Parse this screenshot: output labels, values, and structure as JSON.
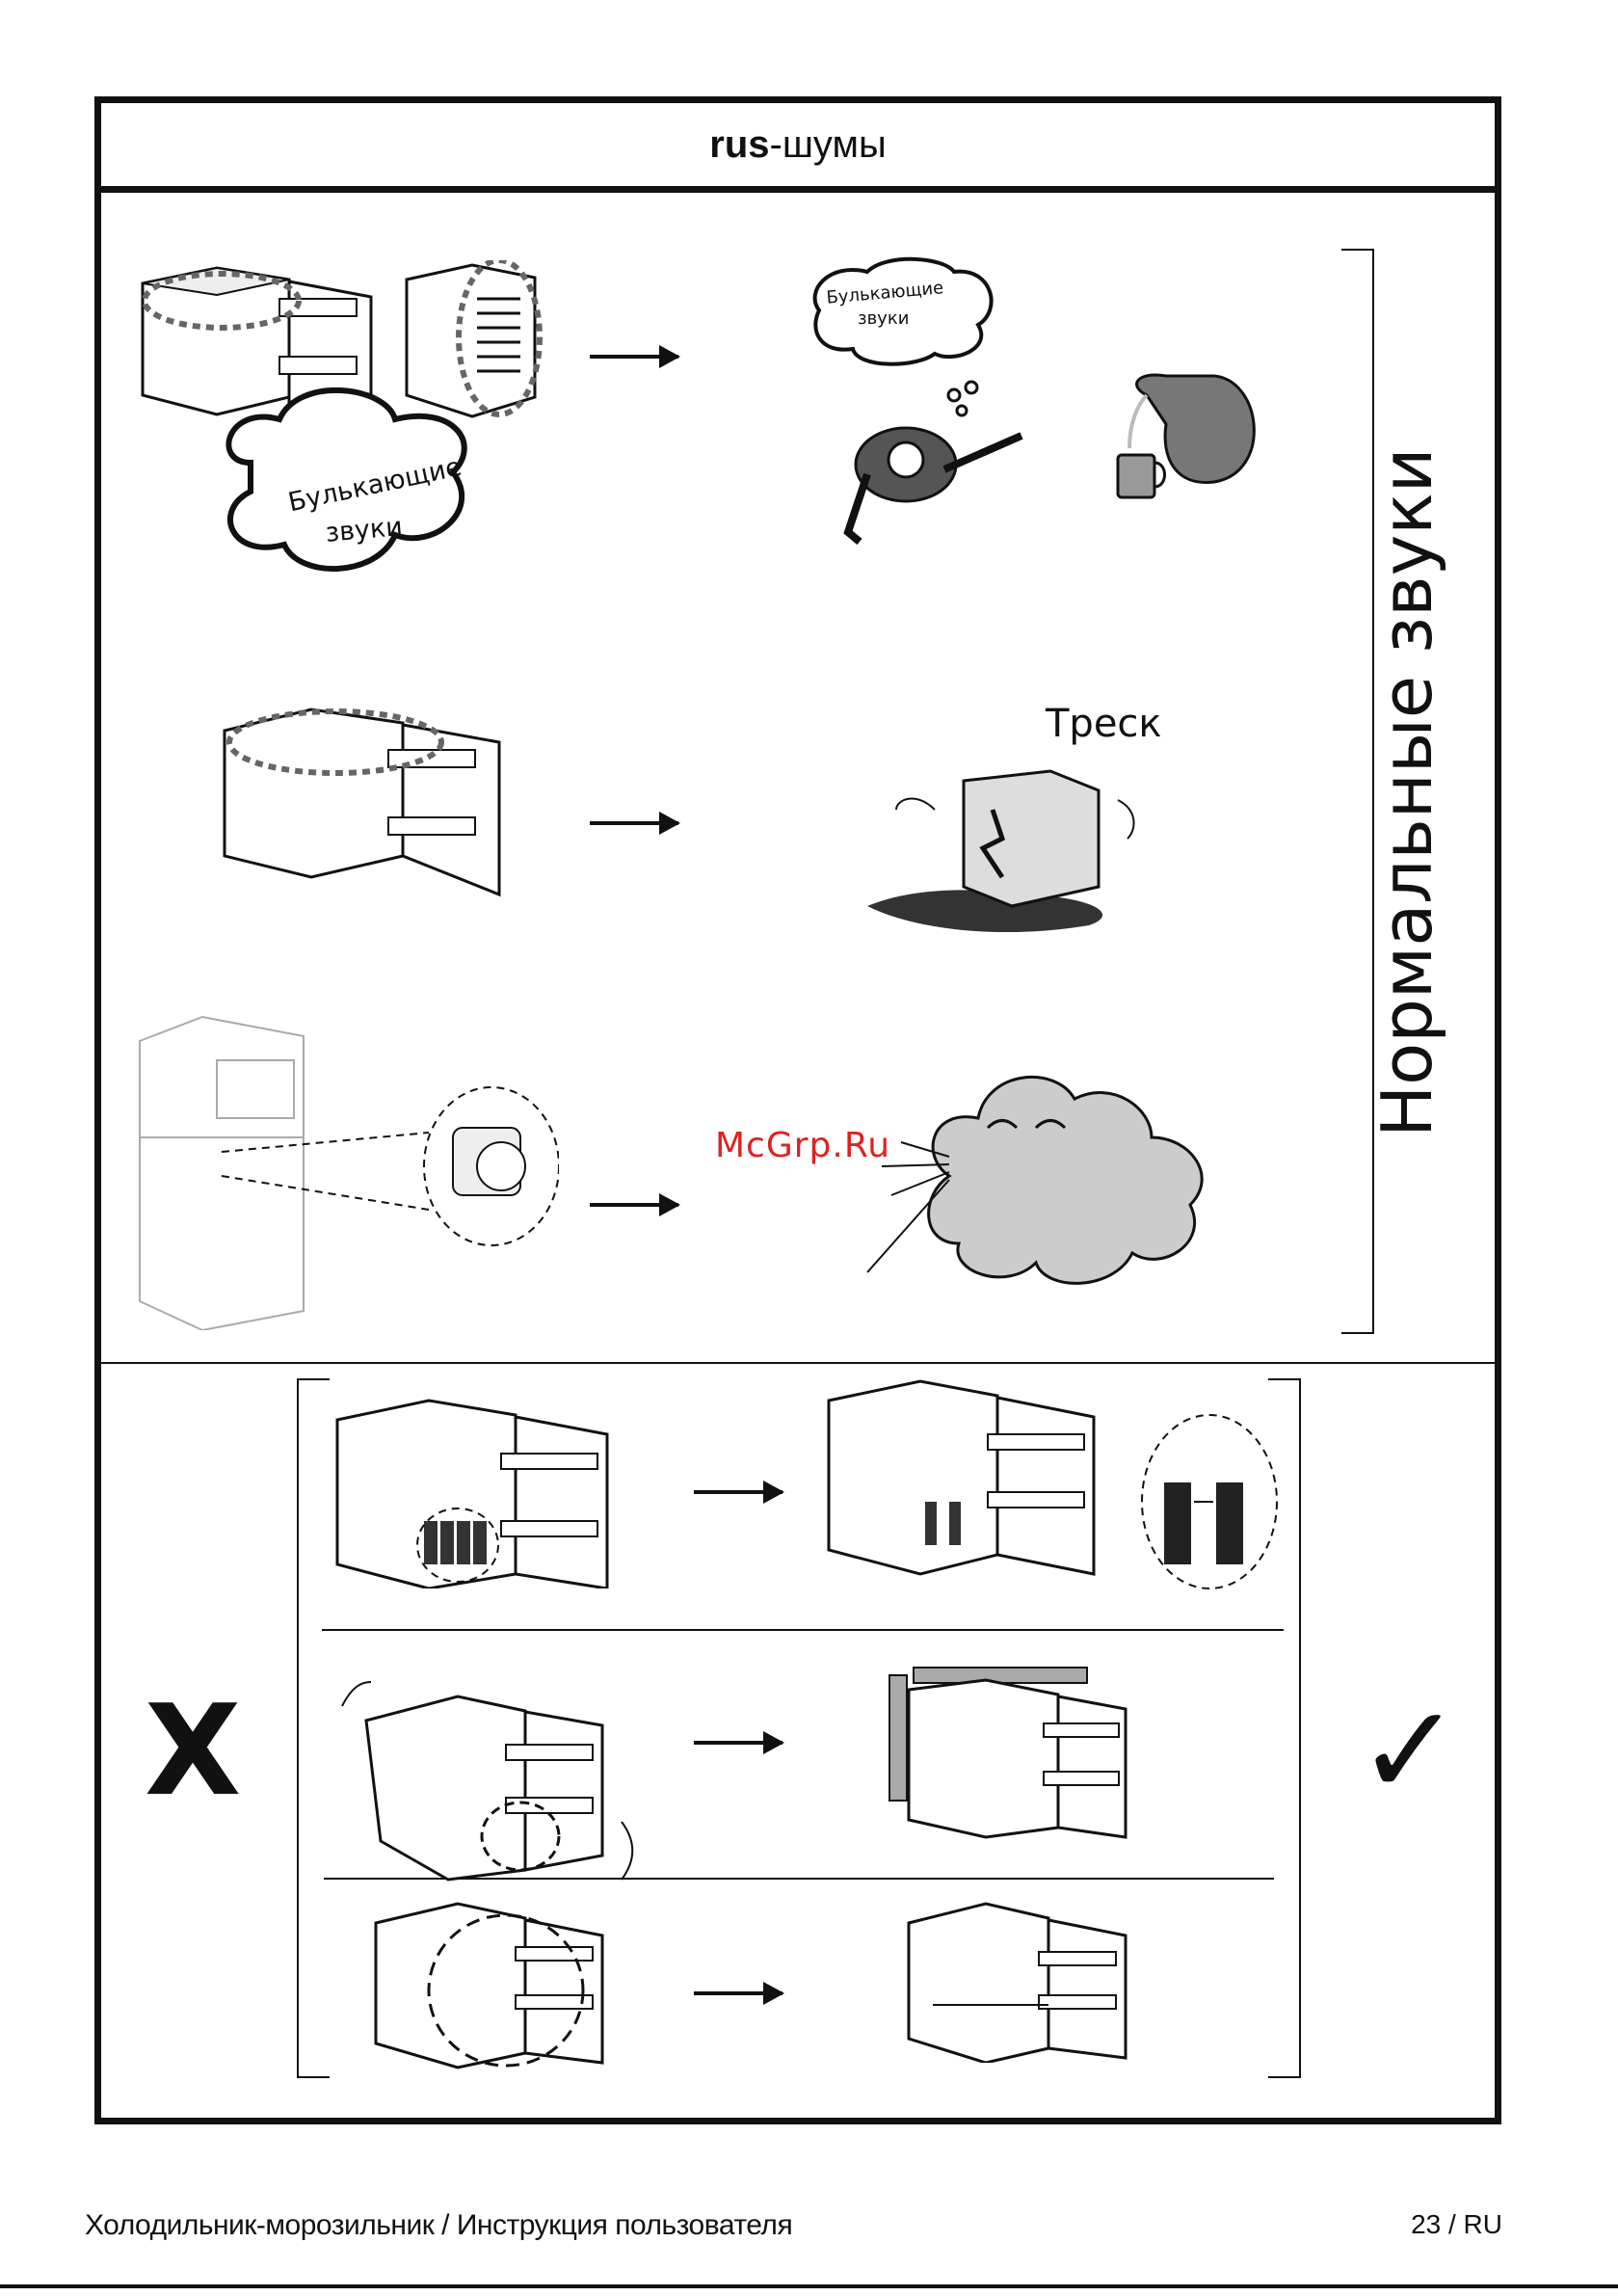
{
  "header": {
    "lang_prefix": "rus",
    "title_suffix": "-шумы"
  },
  "side_label": "Нормальные звуки",
  "bubbles": {
    "left_large": [
      "Булькающие",
      "звуки"
    ],
    "diver": [
      "Булькающие",
      "звуки"
    ]
  },
  "crack_label": "Треск",
  "watermark": "McGrp.Ru",
  "symbols": {
    "wrong": "X",
    "right": "✓"
  },
  "footer": {
    "document_title": "Холодильник-морозильник / Инструкция пользователя",
    "page_number": "23 / RU"
  }
}
